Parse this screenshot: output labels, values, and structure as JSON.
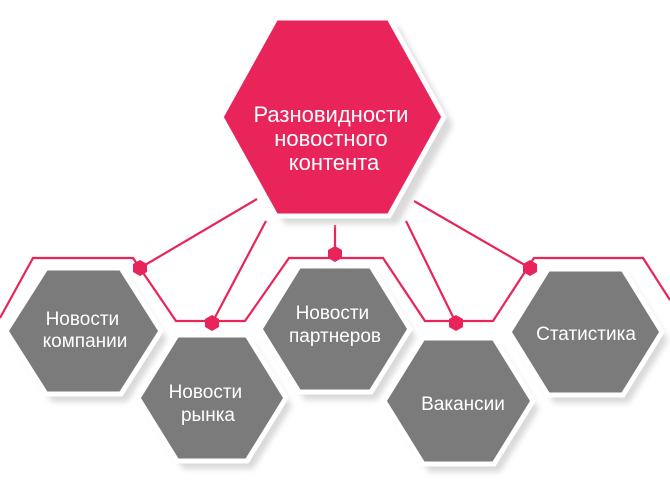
{
  "diagram": {
    "center_label": [
      "Разновидности",
      "новостного",
      "контента"
    ],
    "items": [
      {
        "id": "company-news",
        "label": [
          "Новости",
          "компании"
        ]
      },
      {
        "id": "market-news",
        "label": [
          "Новости",
          "рынка"
        ]
      },
      {
        "id": "partner-news",
        "label": [
          "Новости",
          "партнеров"
        ]
      },
      {
        "id": "vacancies",
        "label": [
          "Вакансии"
        ]
      },
      {
        "id": "statistics",
        "label": [
          "Статистика"
        ]
      }
    ],
    "colors": {
      "accent": "#e8245a",
      "hex_fill": "#7b7b7b",
      "hex_shadow": "#d9d9d9",
      "connector": "#e8245a"
    }
  }
}
